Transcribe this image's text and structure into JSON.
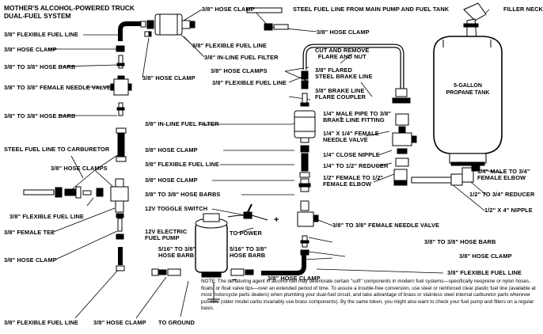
{
  "title": {
    "line1": "MOTHER'S ALCOHOL-POWERED TRUCK",
    "line2": "DUAL-FUEL SYSTEM"
  },
  "labels": {
    "flex_line_top": "3/8\" FLEXIBLE FUEL LINE",
    "hose_clamp_left1": "3/8\" HOSE CLAMP",
    "barb_left1": "3/8\" TO 3/8\" HOSE BARB",
    "female_needle_left": "3/8\" TO 3/8\" FEMALE NEEDLE VALVE",
    "barb_left2": "3/8\" TO 3/8\" HOSE BARB",
    "steel_to_carb": "STEEL FUEL LINE TO CARBURETOR",
    "hose_clamps_left": "3/8\" HOSE CLAMPS",
    "flex_line_left": "3/8\" FLEXIBLE FUEL LINE",
    "female_tee": "3/8\" FEMALE TEE",
    "hose_clamp_bottom_left": "3/8\" HOSE CLAMP",
    "flex_line_bottom_left": "3/8\" FLEXIBLE FUEL LINE",
    "hose_clamp_bottom_mid": "3/8\" HOSE CLAMP",
    "to_ground": "TO GROUND",
    "hose_clamp_top": "3/8\" HOSE CLAMP",
    "steel_from_main": "STEEL FUEL LINE FROM MAIN PUMP AND FUEL TANK",
    "hose_clamp_top2": "3/8\" HOSE CLAMP",
    "filler_neck": "FILLER NECK",
    "flex_line_top2": "3/8\" FLEXIBLE FUEL LINE",
    "inline_filter_top": "3/8\" IN-LINE FUEL FILTER",
    "hose_clamps_mid": "3/8\" HOSE CLAMPS",
    "flex_line_mid": "3/8\" FLEXIBLE FUEL LINE",
    "cut_remove_1": "CUT AND REMOVE",
    "cut_remove_2": "FLARE AND NUT",
    "flared_1": "3/8\" FLARED",
    "flared_2": "STEEL BRAKE LINE",
    "brake_coupler_1": "3/8\" BRAKE LINE",
    "brake_coupler_2": "FLARE COUPLER",
    "hose_clamp_mid1": "3/8\" HOSE CLAMP",
    "inline_filter_mid": "3/8\" IN-LINE FUEL FILTER",
    "male_pipe_1": "1/4\" MALE PIPE TO 3/8\"",
    "male_pipe_2": "BRAKE LINE FITTING",
    "needle_14_1": "1/4\" X 1/4\" FEMALE",
    "needle_14_2": "NEEDLE VALVE",
    "hose_clamp_mid2": "3/8\" HOSE CLAMP",
    "close_nipple": "1/4\" CLOSE NIPPLE",
    "flex_line_mid2": "3/8\" FLEXIBLE FUEL LINE",
    "reducer_14_12": "1/4\" TO 1/2\" REDUCER",
    "hose_clamp_mid3": "3/8\" HOSE CLAMP",
    "elbow_12_1": "1/2\" FEMALE TO 1/2\"",
    "elbow_12_2": "FEMALE ELBOW",
    "hose_barbs_mid": "3/8\" TO 3/8\" HOSE BARBS",
    "elbow_34_1": "3/4\" MALE TO 3/4\"",
    "elbow_34_2": "FEMALE ELBOW",
    "reducer_12_34": "1/2\" TO 3/4\" REDUCER",
    "nipple_12x4": "1/2\" X 4\" NIPPLE",
    "toggle_switch": "12V TOGGLE SWITCH",
    "to_power": "TO POWER",
    "electric_pump_1": "12V ELECTRIC",
    "electric_pump_2": "FUEL PUMP",
    "barb_516_left_1": "5/16\" TO 3/8\"",
    "barb_516_left_2": "HOSE BARB",
    "barb_516_right_1": "5/16\" TO 3/8\"",
    "barb_516_right_2": "HOSE BARB",
    "female_needle_right": "3/8\" TO 3/8\" FEMALE NEEDLE VALVE",
    "barb_right": "3/8\" TO 3/8\" HOSE BARB",
    "hose_clamp_right": "3/8\" HOSE CLAMP",
    "hose_clamp_pump": "3/8\" HOSE CLAMP",
    "flex_line_right": "3/8\" FLEXIBLE FUEL LINE",
    "tank_1": "5-GALLON",
    "tank_2": "PROPANE TANK",
    "plus_sign": "+",
    "minus_sign": "−"
  },
  "note": "NOTE: The denaturing agent in alcohol fuel may deteriorate certain ''soft'' components in modern fuel systems—specifically neoprene or nylon hoses, floats, or float valve tips—over an extended period of time. To assure a trouble-free conversion, use steel or reinforced clear plastic fuel line (available at most motorcycle parts dealers) when plumbing your dual-fuel circuit, and take advantage of brass or stainless steel internal carburetor parts wherever possible (older model carbs invariably use brass components). By the same token, you might also want to check your fuel pump and filters on a regular basis."
}
